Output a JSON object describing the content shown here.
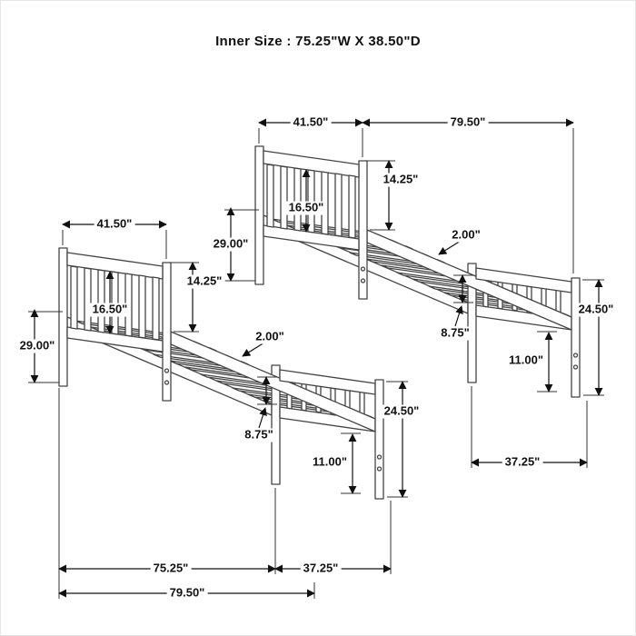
{
  "title": "Inner Size : 75.25\"W X  38.50\"D",
  "colors": {
    "bed_line": "#444444",
    "dimension_line": "#111111",
    "text": "#111111"
  },
  "dims_upper": {
    "headboard_width": "41.50\"",
    "overall_length": "79.50\"",
    "headboard_top_height": "14.25\"",
    "headboard_panel_height": "16.50\"",
    "headboard_height": "29.00\"",
    "slat_thickness": "2.00\"",
    "footboard_height": "24.50\"",
    "footboard_panel_height": "8.75\"",
    "rail_height": "11.00\"",
    "footboard_width": "37.25\""
  },
  "dims_lower": {
    "headboard_width": "41.50\"",
    "headboard_top_height": "14.25\"",
    "headboard_panel_height": "16.50\"",
    "headboard_height": "29.00\"",
    "slat_thickness": "2.00\"",
    "footboard_height": "24.50\"",
    "footboard_panel_height": "8.75\"",
    "rail_height": "11.00\"",
    "inner_width": "75.25\"",
    "footboard_width": "37.25\"",
    "overall_length": "79.50\""
  }
}
